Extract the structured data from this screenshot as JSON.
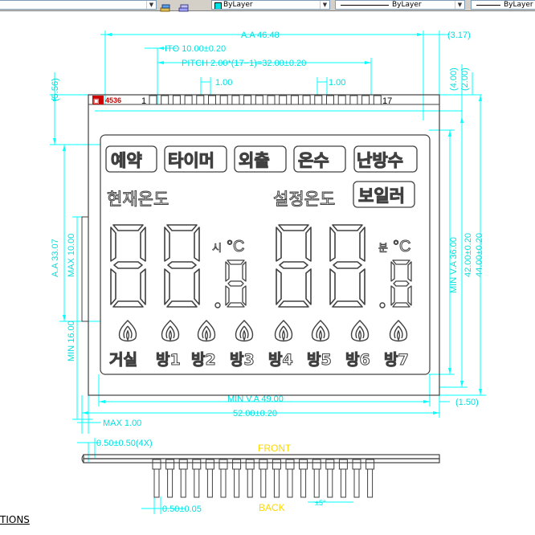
{
  "toolbar": {
    "layer_select": "",
    "color_select": "ByLayer",
    "linetype_select": "ByLayer",
    "lineweight_select": "ByLayer"
  },
  "dimensions": {
    "aa_width": "A.A  46.48",
    "ito": "ITO  10.00±0.20",
    "pitch": "PITCH  2.00*(17−1)=32.00±0.20",
    "pin_spacing_left": "1.00",
    "pin_spacing_right": "1.00",
    "right_offset": "(3.17)",
    "left_height": "(5.56)",
    "top_offset_a": "(4.00)",
    "top_offset_b": "(2.00)",
    "aa_height": "A.A  33.07",
    "max_10": "MAX  10.00",
    "min_16": "MIN  16.00",
    "min_va_height": "MIN  V.A  36.00",
    "height_42": "42.00±0.20",
    "height_44": "44.00±0.20",
    "min_va_width": "MIN  V.A  49.00",
    "width_52": "52.00±0.20",
    "right_bottom": "(1.50)",
    "max_1": "MAX  1.00",
    "pin_offset": "0.50±0.50(4X)",
    "pin_width": "0.50±0.05",
    "angle": "±5°"
  },
  "lcd": {
    "logo": "4536",
    "pin_first": "1",
    "pin_last": "17",
    "boxed_labels": [
      "예약",
      "타이머",
      "외출",
      "온수",
      "난방수"
    ],
    "current_temp": "현재온도",
    "set_temp": "설정온도",
    "boiler": "보일러",
    "unit_left_prefix": "시",
    "unit_right_prefix": "분",
    "celsius": "°C",
    "rooms": [
      "거실",
      "방1",
      "방2",
      "방3",
      "방4",
      "방5",
      "방6",
      "방7"
    ]
  },
  "views": {
    "front": "FRONT",
    "back": "BACK"
  },
  "footer": {
    "section_label": "TIONS"
  },
  "colors": {
    "dimension": "#00ffff",
    "outline": "#404040",
    "logo": "#cc0000",
    "front_back": "#ffd700"
  }
}
